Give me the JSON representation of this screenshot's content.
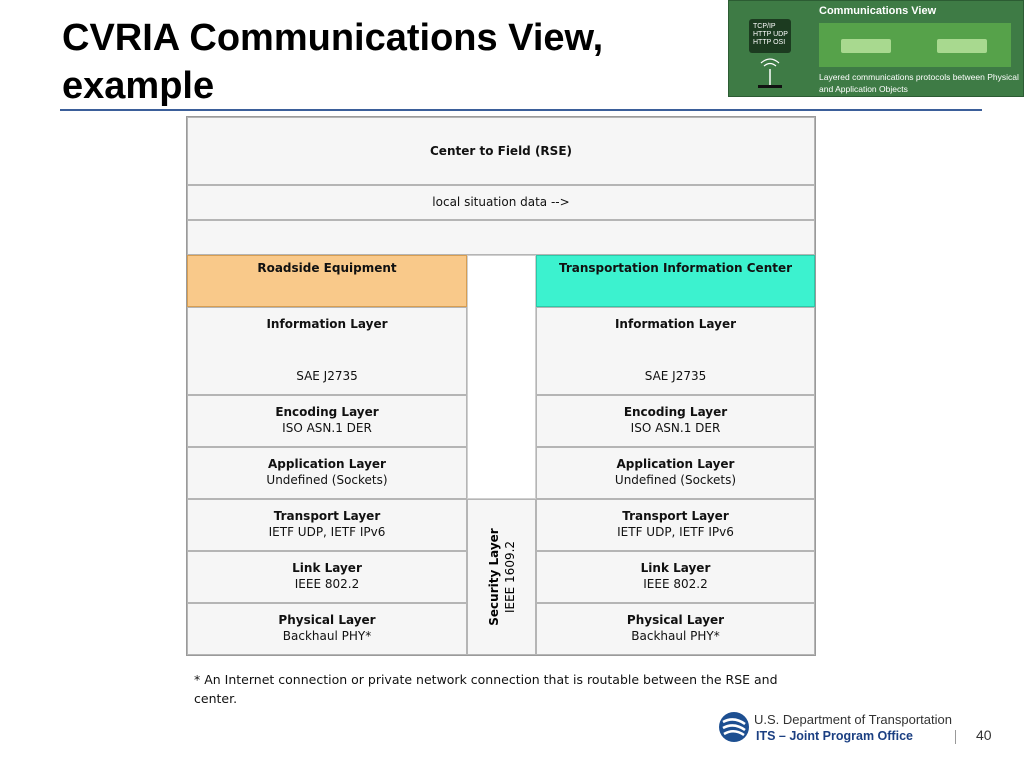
{
  "slide": {
    "title_line1": "CVRIA Communications View,",
    "title_line2": "example"
  },
  "badge": {
    "title": "Communications View",
    "icon_text": "TCP/IP HTTP UDP HTTP OSI",
    "description": "Layered communications protocols between Physical and Application Objects"
  },
  "diagram": {
    "flow_title": "Center to Field (RSE)",
    "flow_label": "local situation data  -->",
    "left_header": "Roadside Equipment",
    "right_header": "Transportation Information Center",
    "colors": {
      "rse": "#f9c98a",
      "tic": "#3cf2cf"
    },
    "left_layers": [
      {
        "name": "Information Layer",
        "value": "SAE J2735"
      },
      {
        "name": "Encoding Layer",
        "value": "ISO ASN.1 DER"
      },
      {
        "name": "Application Layer",
        "value": "Undefined (Sockets)"
      },
      {
        "name": "Transport Layer",
        "value": "IETF UDP, IETF IPv6"
      },
      {
        "name": "Link Layer",
        "value": "IEEE 802.2"
      },
      {
        "name": "Physical Layer",
        "value": "Backhaul PHY*"
      }
    ],
    "right_layers": [
      {
        "name": "Information Layer",
        "value": "SAE J2735"
      },
      {
        "name": "Encoding Layer",
        "value": "ISO ASN.1 DER"
      },
      {
        "name": "Application Layer",
        "value": "Undefined (Sockets)"
      },
      {
        "name": "Transport Layer",
        "value": "IETF UDP, IETF IPv6"
      },
      {
        "name": "Link Layer",
        "value": "IEEE 802.2"
      },
      {
        "name": "Physical Layer",
        "value": "Backhaul PHY*"
      }
    ],
    "security_name": "Security Layer",
    "security_value": "IEEE 1609.2"
  },
  "footnote": "* An Internet connection or private network connection that is routable between the RSE and center.",
  "footer": {
    "department": "U.S. Department of Transportation",
    "office": "ITS – Joint Program Office",
    "page_number": "40"
  }
}
